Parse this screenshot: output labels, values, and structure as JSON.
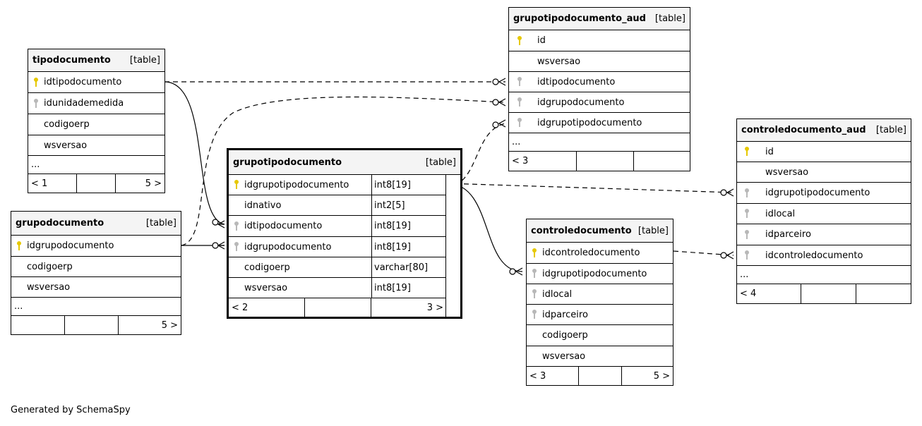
{
  "footer_text": "Generated by SchemaSpy",
  "tables": {
    "tipodocumento": {
      "name": "tipodocumento",
      "kind": "[table]",
      "columns": [
        {
          "name": "idtipodocumento",
          "key": "pk"
        },
        {
          "name": "idunidademedida",
          "key": "fk"
        },
        {
          "name": "codigoerp",
          "key": ""
        },
        {
          "name": "wsversao",
          "key": ""
        }
      ],
      "more": "...",
      "footer": [
        "< 1",
        "",
        "5 >"
      ]
    },
    "grupodocumento": {
      "name": "grupodocumento",
      "kind": "[table]",
      "columns": [
        {
          "name": "idgrupodocumento",
          "key": "pk"
        },
        {
          "name": "codigoerp",
          "key": ""
        },
        {
          "name": "wsversao",
          "key": ""
        }
      ],
      "more": "...",
      "footer": [
        "",
        "",
        "5 >"
      ]
    },
    "grupotipodocumento": {
      "name": "grupotipodocumento",
      "kind": "[table]",
      "columns": [
        {
          "name": "idgrupotipodocumento",
          "type": "int8[19]",
          "key": "pk"
        },
        {
          "name": "idnativo",
          "type": "int2[5]",
          "key": ""
        },
        {
          "name": "idtipodocumento",
          "type": "int8[19]",
          "key": "fk"
        },
        {
          "name": "idgrupodocumento",
          "type": "int8[19]",
          "key": "fk"
        },
        {
          "name": "codigoerp",
          "type": "varchar[80]",
          "key": ""
        },
        {
          "name": "wsversao",
          "type": "int8[19]",
          "key": ""
        }
      ],
      "footer": [
        "< 2",
        "",
        "3 >"
      ]
    },
    "grupotipodocumento_aud": {
      "name": "grupotipodocumento_aud",
      "kind": "[table]",
      "columns": [
        {
          "name": "id",
          "key": "pk"
        },
        {
          "name": "wsversao",
          "key": ""
        },
        {
          "name": "idtipodocumento",
          "key": "fk"
        },
        {
          "name": "idgrupodocumento",
          "key": "fk"
        },
        {
          "name": "idgrupotipodocumento",
          "key": "fk"
        }
      ],
      "more": "...",
      "footer": [
        "< 3",
        "",
        ""
      ]
    },
    "controledocumento": {
      "name": "controledocumento",
      "kind": "[table]",
      "columns": [
        {
          "name": "idcontroledocumento",
          "key": "pk"
        },
        {
          "name": "idgrupotipodocumento",
          "key": "fk"
        },
        {
          "name": "idlocal",
          "key": "fk"
        },
        {
          "name": "idparceiro",
          "key": "fk"
        },
        {
          "name": "codigoerp",
          "key": ""
        },
        {
          "name": "wsversao",
          "key": ""
        }
      ],
      "footer": [
        "< 3",
        "",
        "5 >"
      ]
    },
    "controledocumento_aud": {
      "name": "controledocumento_aud",
      "kind": "[table]",
      "columns": [
        {
          "name": "id",
          "key": "pk"
        },
        {
          "name": "wsversao",
          "key": ""
        },
        {
          "name": "idgrupotipodocumento",
          "key": "fk"
        },
        {
          "name": "idlocal",
          "key": "fk"
        },
        {
          "name": "idparceiro",
          "key": "fk"
        },
        {
          "name": "idcontroledocumento",
          "key": "fk"
        }
      ],
      "more": "...",
      "footer": [
        "< 4",
        "",
        ""
      ]
    }
  },
  "relationships": [
    {
      "from": "tipodocumento.idtipodocumento",
      "to": "grupotipodocumento.idtipodocumento",
      "style": "solid"
    },
    {
      "from": "grupodocumento.idgrupodocumento",
      "to": "grupotipodocumento.idgrupodocumento",
      "style": "solid"
    },
    {
      "from": "tipodocumento.idtipodocumento",
      "to": "grupotipodocumento_aud.idtipodocumento",
      "style": "dashed"
    },
    {
      "from": "grupodocumento.idgrupodocumento",
      "to": "grupotipodocumento_aud.idgrupodocumento",
      "style": "dashed"
    },
    {
      "from": "grupotipodocumento.idgrupotipodocumento",
      "to": "grupotipodocumento_aud.idgrupotipodocumento",
      "style": "dashed"
    },
    {
      "from": "grupotipodocumento.idgrupotipodocumento",
      "to": "controledocumento.idgrupotipodocumento",
      "style": "solid"
    },
    {
      "from": "grupotipodocumento.idgrupotipodocumento",
      "to": "controledocumento_aud.idgrupotipodocumento",
      "style": "dashed"
    },
    {
      "from": "controledocumento.idcontroledocumento",
      "to": "controledocumento_aud.idcontroledocumento",
      "style": "dashed"
    }
  ]
}
